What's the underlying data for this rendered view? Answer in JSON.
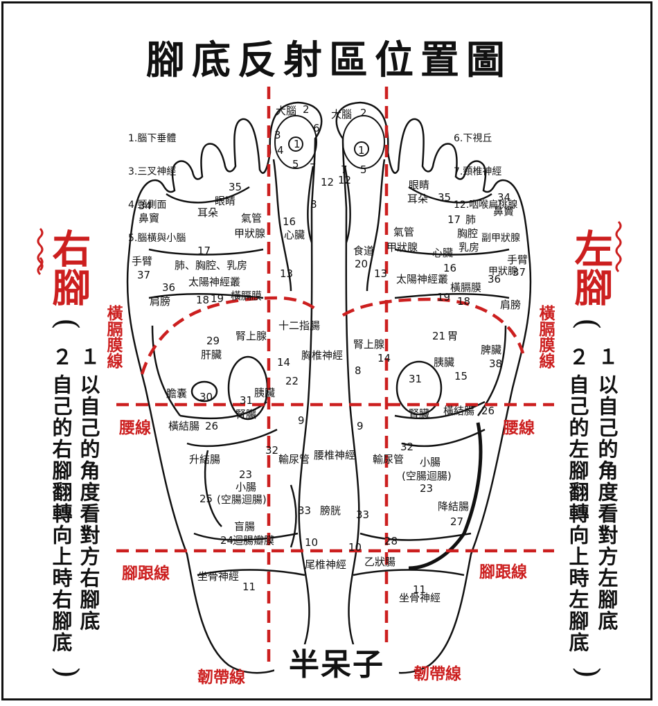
{
  "title": "腳底反射區位置圖",
  "right_foot": {
    "name": "右腳",
    "num2": "２",
    "num1": "１",
    "col_a": "以自己的角度看對方右腳底",
    "col_b": "自己的右腳翻轉向上時右腳底"
  },
  "left_foot": {
    "name": "左腳",
    "num2": "２",
    "num1": "１",
    "col_a": "以自己的角度看對方左腳底",
    "col_b": "自己的左腳翻轉向上時左腳底"
  },
  "lines": {
    "diaphragm": "橫膈膜線",
    "waist": "腰線",
    "heel": "腳跟線",
    "ligament": "韌帶線"
  },
  "legend_left": [
    "1.腦下垂體",
    "3.三叉神經",
    "4.頸側面",
    "5.腦橫與小腦"
  ],
  "legend_right": [
    "6.下視丘",
    "7.頸椎神經",
    "12.咽喉扁桃腺",
    "副甲狀腺",
    "甲狀腺"
  ],
  "logo": "半呆子",
  "right_labels": {
    "brain": "大腦",
    "eye_ear_eye": "眼睛",
    "ear": "耳朵",
    "sinus": "鼻竇",
    "sinus_num": "34",
    "trachea": "氣管",
    "thyroid": "甲狀腺",
    "heart": "心臟",
    "heart_num": "16",
    "lungs": "肺、胸腔、乳房",
    "lungs_num": "17",
    "solar": "太陽神經叢",
    "diaphragm": "橫膈膜",
    "arm": "手臂",
    "arm_num": "37",
    "shoulder": "肩膀",
    "shoulder_num": "36",
    "adrenal": "腎上腺",
    "liver": "肝臟",
    "liver_num": "29",
    "duodenum": "十二指腸",
    "spine_thoracic": "胸椎神經",
    "gallbladder": "膽囊",
    "gallbladder_num": "30",
    "pancreas": "胰臟",
    "kidney": "腎臟",
    "kidney_num": "31",
    "transverse_colon": "橫結腸",
    "transverse_num": "26",
    "ascending_colon": "升結腸",
    "ascending_num": "25",
    "small_intestine": "小腸",
    "small_intestine_num": "23",
    "small_note": "(空腸迴腸)",
    "ureter": "輸尿管",
    "ureter_num": "32",
    "lumbar": "腰椎神經",
    "bladder": "膀胱",
    "bladder_num": "33",
    "cecum": "盲腸",
    "ileocecal": "迴腸瓣膜",
    "ileocecal_num": "24",
    "sacral": "尾椎神經",
    "sciatic": "坐骨神經",
    "sciatic_num": "11",
    "n35": "35",
    "n13": "13",
    "n14": "14",
    "n22": "22",
    "n9": "9",
    "n8": "8",
    "n10": "10",
    "n19": "19",
    "n18": "18",
    "n2": "2",
    "n3": "3",
    "n4": "4",
    "n5": "5",
    "n6": "6",
    "n7": "7",
    "n12": "12",
    "n1": "1"
  },
  "left_labels": {
    "brain": "大腦",
    "eye": "眼睛",
    "ear": "耳朵",
    "sinus": "鼻竇",
    "sinus_num": "34",
    "trachea": "氣管",
    "thyroid": "甲狀腺",
    "esophagus": "食道",
    "esophagus_num": "20",
    "lung": "肺",
    "chest": "胸腔",
    "breast": "乳房",
    "heart": "心臟",
    "heart_num": "16",
    "solar": "太陽神經叢",
    "diaphragm": "橫膈膜",
    "arm": "手臂",
    "arm_num": "37",
    "shoulder": "肩膀",
    "shoulder_num": "36",
    "stomach": "胃",
    "stomach_num": "21",
    "adrenal": "腎上腺",
    "spleen": "脾臟",
    "spleen_num": "38",
    "pancreas": "胰臟",
    "pancreas_num": "15",
    "kidney": "腎臟",
    "kidney_num": "31",
    "transverse_colon": "橫結腸",
    "transverse_num": "26",
    "ureter": "輸尿管",
    "ureter_num": "32",
    "small_intestine": "小腸",
    "small_note": "(空腸迴腸)",
    "small_num": "23",
    "descending_colon": "降結腸",
    "descending_num": "27",
    "sigmoid": "乙狀腸",
    "sigmoid_num": "28",
    "sciatic": "坐骨神經",
    "sciatic_num": "11",
    "n35": "35",
    "n17": "17",
    "n13": "13",
    "n14": "14",
    "n9": "9",
    "n8": "8",
    "n10": "10",
    "n33": "33",
    "n19": "19",
    "n18": "18",
    "n2": "2",
    "n5": "5",
    "n1": "1",
    "n12": "12",
    "n7": "7"
  },
  "colors": {
    "accent_red": "#cc1f1f",
    "ink": "#111111"
  }
}
